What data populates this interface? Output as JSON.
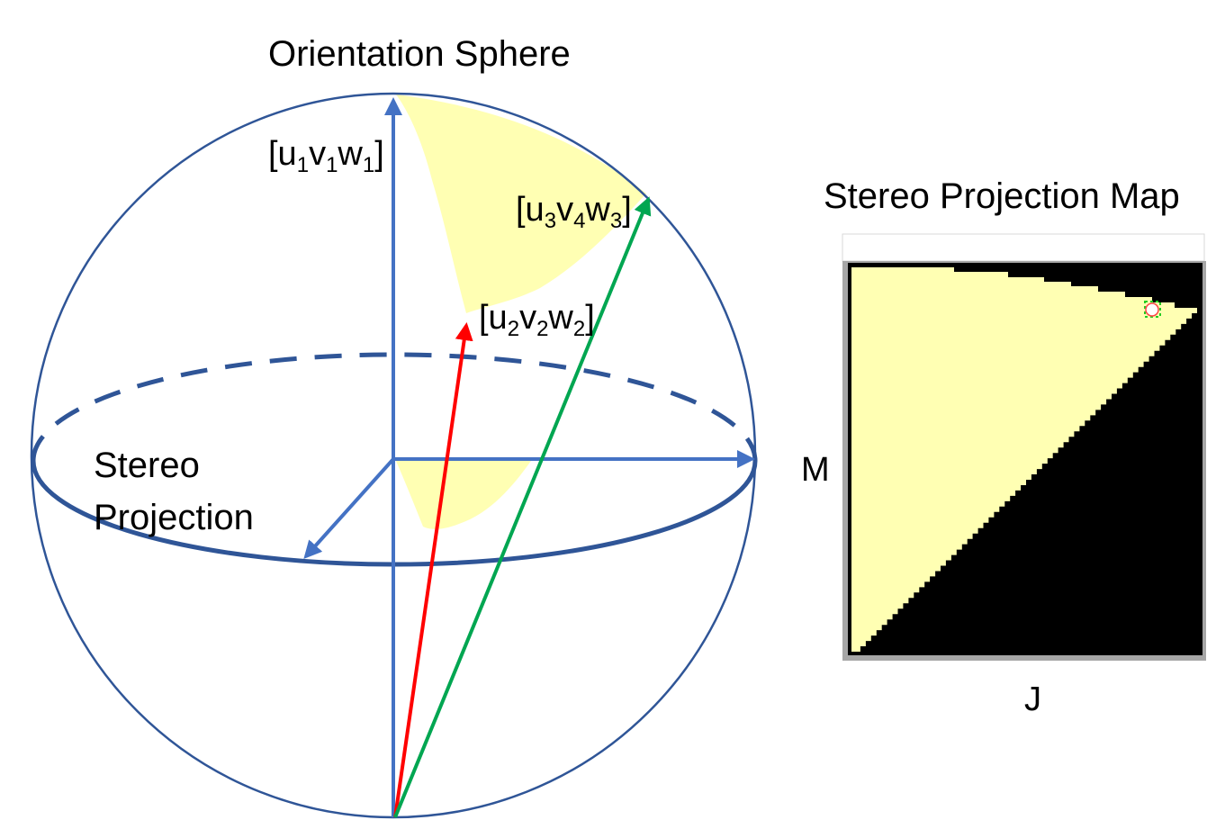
{
  "sphere": {
    "title": "Orientation Sphere",
    "projection_label_line1": "Stereo",
    "projection_label_line2": "Projection",
    "vectors": [
      {
        "open": "[u",
        "s1": "1",
        "v": "v",
        "s2": "1",
        "w": "w",
        "s3": "1",
        "close": "]",
        "color": "#4472c4"
      },
      {
        "open": "[u",
        "s1": "2",
        "v": "v",
        "s2": "2",
        "w": "w",
        "s3": "2",
        "close": "]",
        "color": "#ff0000"
      },
      {
        "open": "[u",
        "s1": "3",
        "v": "v",
        "s2": "4",
        "w": "w",
        "s3": "3",
        "close": "]",
        "color": "#00a651"
      }
    ]
  },
  "map": {
    "title": "Stereo Projection Map",
    "y_axis": "M",
    "x_axis": "J"
  },
  "colors": {
    "sphere_outline": "#2f5597",
    "axis_blue": "#4472c4",
    "region_fill": "#ffffb3",
    "map_background": "#000000",
    "map_border": "#a6a6a6"
  }
}
